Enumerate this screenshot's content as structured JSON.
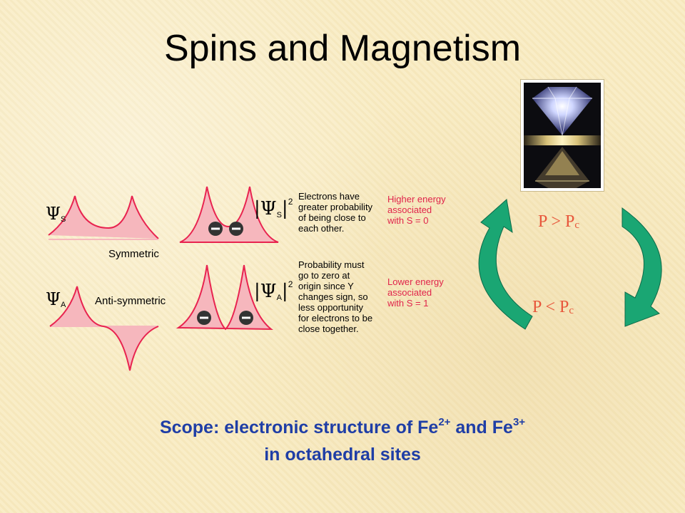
{
  "title": "Spins and Magnetism",
  "diagram": {
    "psi_symbol": "Ψ",
    "symmetric": {
      "subscript": "S",
      "label": "Symmetric",
      "exponent": "2",
      "description": [
        "Electrons have",
        "greater probability",
        "of being close to",
        "each other."
      ],
      "energy": [
        "Higher energy",
        "associated",
        "with S = 0"
      ]
    },
    "antisymmetric": {
      "subscript": "A",
      "label": "Anti-symmetric",
      "exponent": "2",
      "description": [
        "Probability must",
        "go to zero at",
        "origin since Y",
        "changes sign, so",
        "less opportunity",
        "for electrons to be",
        "close together."
      ],
      "energy": [
        "Lower energy",
        "associated",
        "with S = 1"
      ]
    },
    "electron_sign": "−"
  },
  "pressure": {
    "upper": {
      "text": "P > P",
      "sub": "c"
    },
    "lower": {
      "text": "P < P",
      "sub": "c"
    }
  },
  "scope": {
    "line1_a": "Scope: electronic structure of Fe",
    "sup1": "2+",
    "line1_b": " and Fe",
    "sup2": "3+",
    "line2": "in octahedral sites"
  },
  "colors": {
    "title": "#000000",
    "scope_text": "#1f3ea6",
    "pressure_text": "#e8573c",
    "curve": "#e8234f",
    "curve_fill": "#f6b7bd",
    "arrow": "#1aa673",
    "energy_text": "#e0244b"
  }
}
